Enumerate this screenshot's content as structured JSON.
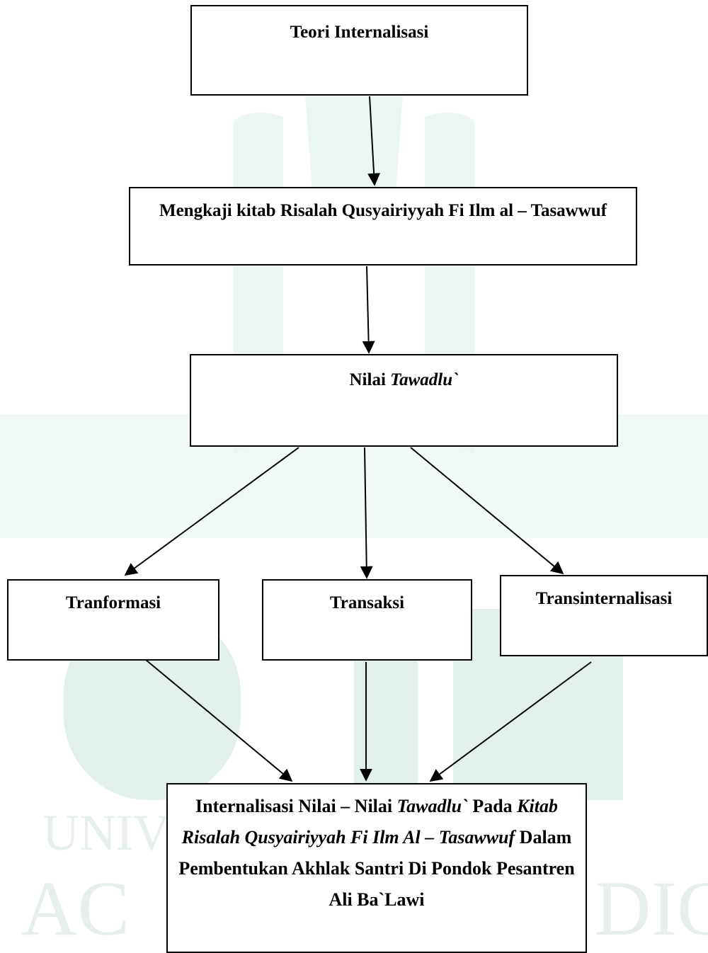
{
  "watermark": {
    "line1": "UNIVE",
    "line2": "AC",
    "line3": "DIG",
    "color": "#e6f1ec"
  },
  "boxes": {
    "theory": "Teori Internalisasi",
    "study": "Mengkaji kitab Risalah Qusyairiyyah Fi Ilm al – Tasawwuf",
    "value": {
      "prefix": "Nilai ",
      "term": "Tawadlu`"
    },
    "transformation": "Tranformasi",
    "transaction": "Transaksi",
    "transinternalization": "Transinternalisasi",
    "result": {
      "part1": "Internalisasi Nilai – Nilai ",
      "part2": "Tawadlu`",
      "part3": " Pada ",
      "part4": "Kitab Risalah Qusyairiyyah Fi Ilm Al – Tasawwuf",
      "part5": " Dalam Pembentukan Akhlak Santri Di Pondok Pesantren Ali Ba`Lawi"
    }
  }
}
